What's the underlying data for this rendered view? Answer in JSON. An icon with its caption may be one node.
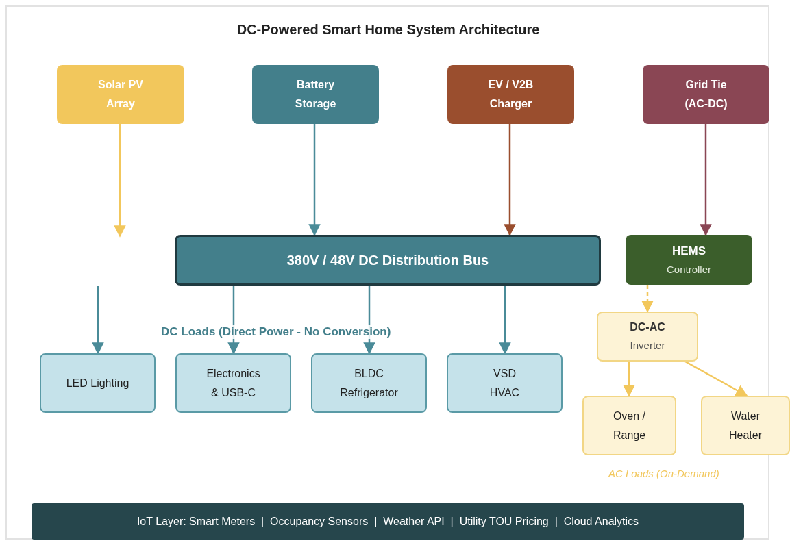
{
  "diagram": {
    "title": "DC-Powered Smart Home System Architecture",
    "nodes": [
      {
        "text": [
          "Solar PV Array"
        ]
      },
      {
        "text": [
          "Battery Storage"
        ]
      },
      {
        "text": [
          "EV / V2B Charger"
        ]
      },
      {
        "text": [
          "Grid Tie (AC-DC)"
        ]
      },
      {
        "text": [
          "380V / 48V DC Distribution Bus"
        ]
      },
      {
        "text": [
          "HEMS",
          "Controller"
        ]
      },
      {
        "text": [
          "DC-AC",
          "Inverter"
        ]
      },
      {
        "text": [
          "LED Lighting"
        ]
      },
      {
        "text": [
          "Electronics & USB-C"
        ]
      },
      {
        "text": [
          "BLDC Refrigerator"
        ]
      },
      {
        "text": [
          "VSD HVAC"
        ]
      },
      {
        "text": [
          "Oven / Range"
        ]
      },
      {
        "text": [
          "Water Heater"
        ]
      },
      {
        "text": [
          "IoT Layer: Smart Meters  |  Occupancy Sensors  |  Weather API  |  Utility TOU Pricing  |  Cloud Analytics"
        ]
      }
    ],
    "edges": [
      {
        "from": 0,
        "to": null,
        "arrow": "to",
        "color": "#f2c75c"
      },
      {
        "from": null,
        "to": 7,
        "arrow": "to"
      },
      {
        "from": 1,
        "to": 4,
        "arrow": "to"
      },
      {
        "from": 2,
        "to": 4,
        "arrow": "to",
        "color": "#9a4e2e"
      },
      {
        "from": 3,
        "to": 5,
        "arrow": "to",
        "color": "#8a4654"
      },
      {
        "from": 4,
        "to": 8,
        "arrow": "to"
      },
      {
        "from": 4,
        "to": 9,
        "arrow": "to"
      },
      {
        "from": 4,
        "to": 10,
        "arrow": "to"
      },
      {
        "from": 5,
        "to": 6,
        "arrow": "to",
        "style": "dashed",
        "color": "#f2c75c"
      },
      {
        "from": 6,
        "to": 11,
        "arrow": "to",
        "color": "#f2c75c"
      },
      {
        "from": 6,
        "to": 12,
        "arrow": "to",
        "color": "#f2c75c"
      }
    ],
    "labels": [
      "DC Loads (Direct Power - No Conversion)",
      "AC Loads (On-Demand)"
    ]
  }
}
